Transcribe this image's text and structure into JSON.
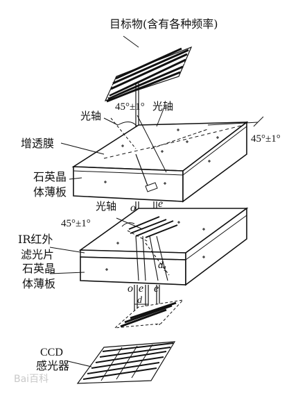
{
  "labels": {
    "target": "目标物(含有各种频率)",
    "angle_top": "45°±1°",
    "optic_axis_top_left": "光轴",
    "optic_axis_top_right": "光轴",
    "angle_right": "45°±1°",
    "ar_coating": "增透膜",
    "quartz_top_line1": "石英晶",
    "quartz_top_line2": "体薄板",
    "optic_axis_mid": "光轴",
    "o_mid": "o",
    "e_mid": "e",
    "angle_mid": "45°±1°",
    "ir_line1": "IR红外",
    "ir_line2": "滤光片",
    "quartz_bot_line1": "石英晶",
    "quartz_bot_line2": "体薄板",
    "d1": "d",
    "d1_sub": "1",
    "o_low": "o",
    "e_low1": "e",
    "e_low2": "e",
    "d_low": "d",
    "ccd_line1": "CCD",
    "ccd_line2": "感光器",
    "watermark": "Bai百科"
  }
}
